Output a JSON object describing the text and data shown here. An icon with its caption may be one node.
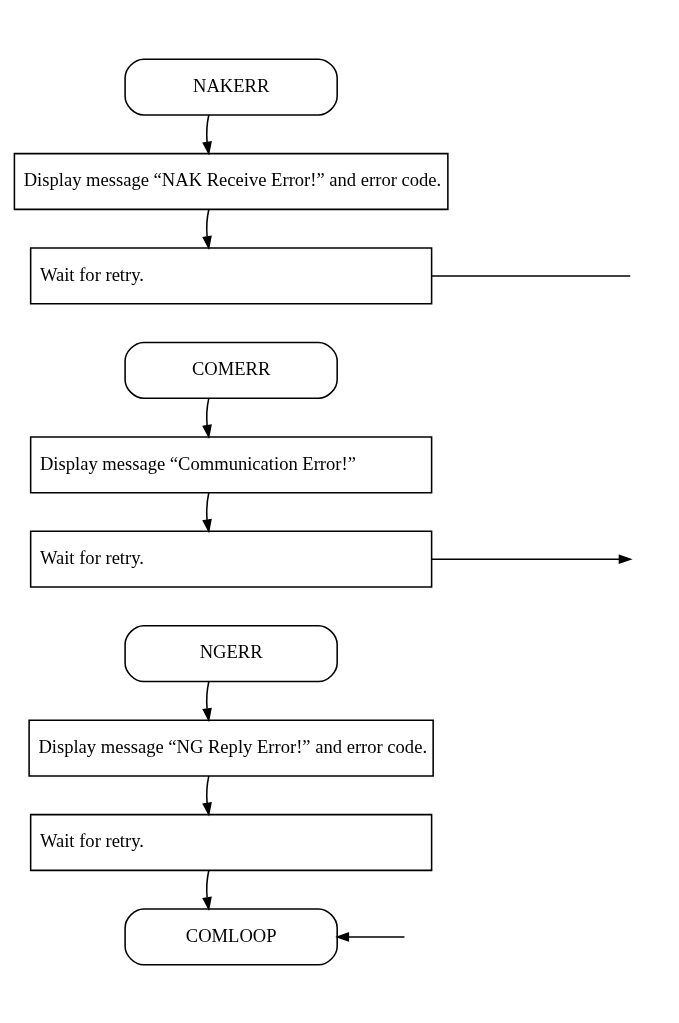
{
  "diagram": {
    "nodes": [
      {
        "text": [
          "NAKERR"
        ]
      },
      {
        "text": [
          "Display message “NAK Receive Error!” and error code."
        ]
      },
      {
        "text": [
          "Wait for retry."
        ]
      },
      {
        "text": [
          "COMERR"
        ]
      },
      {
        "text": [
          "Display message “Communication Error!”"
        ]
      },
      {
        "text": [
          "Wait for retry."
        ]
      },
      {
        "text": [
          "NGERR"
        ]
      },
      {
        "text": [
          "Display message “NG Reply Error!” and error code."
        ]
      },
      {
        "text": [
          "Wait for retry."
        ]
      },
      {
        "text": [
          "COMLOOP"
        ]
      }
    ],
    "edges": [
      {
        "from": 0,
        "to": 1,
        "arrow": "to"
      },
      {
        "from": 1,
        "to": 2,
        "arrow": "to"
      },
      {
        "from": 2,
        "to": null,
        "arrow": "none"
      },
      {
        "from": 3,
        "to": 4,
        "arrow": "to"
      },
      {
        "from": 4,
        "to": 5,
        "arrow": "to"
      },
      {
        "from": 5,
        "to": null,
        "arrow": "to"
      },
      {
        "from": 6,
        "to": 7,
        "arrow": "to"
      },
      {
        "from": 7,
        "to": 8,
        "arrow": "to"
      },
      {
        "from": 8,
        "to": 9,
        "arrow": "to"
      },
      {
        "from": null,
        "to": 9,
        "arrow": "to"
      }
    ]
  }
}
